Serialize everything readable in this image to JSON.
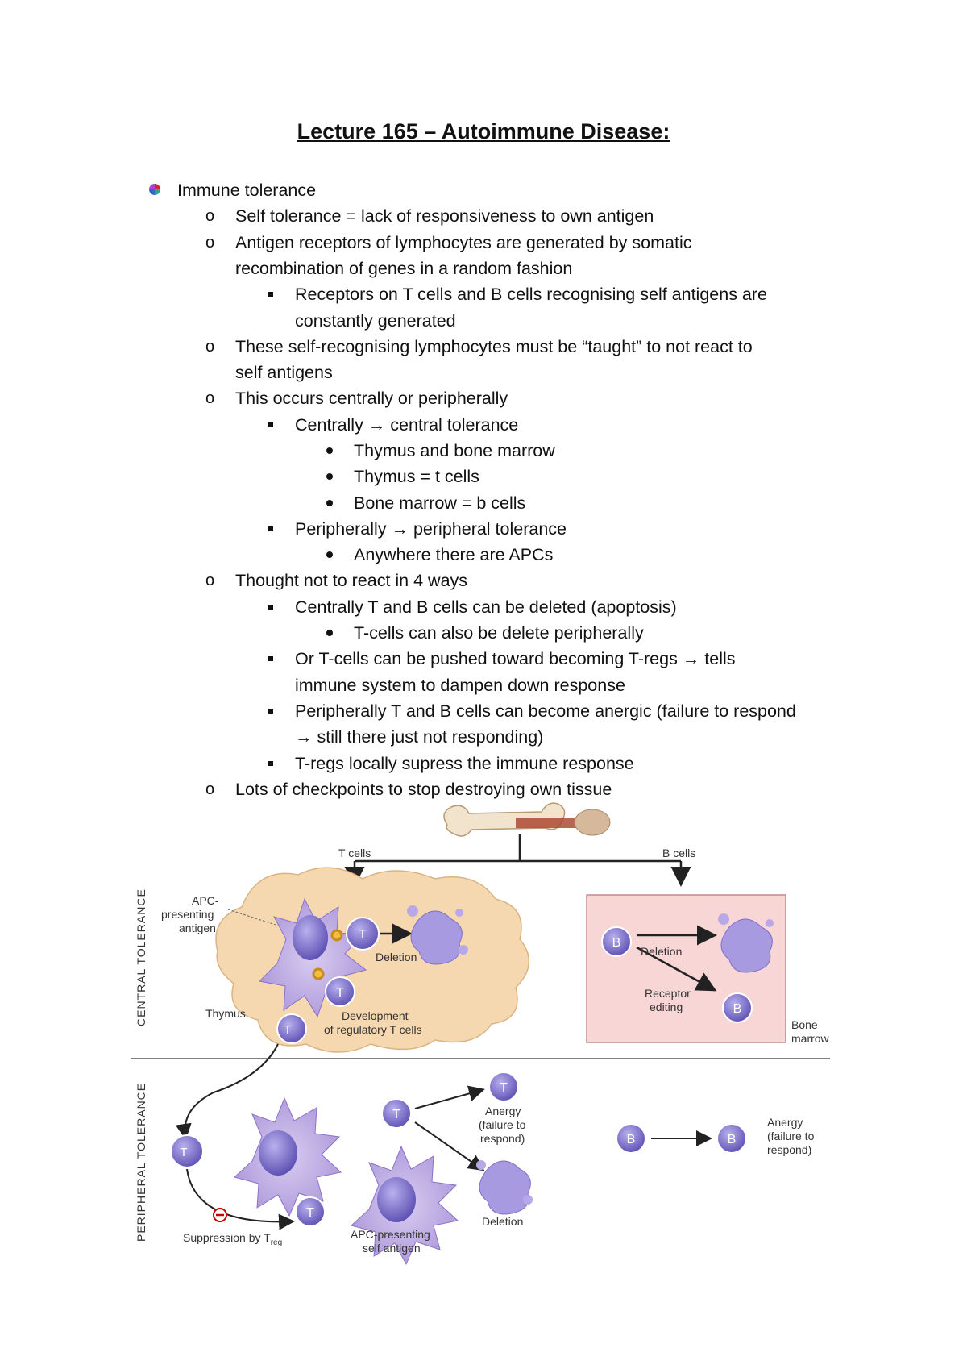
{
  "title": "Lecture 165 – Autoimmune Disease:",
  "notes": [
    {
      "level": 1,
      "text": "Immune tolerance"
    },
    {
      "level": 2,
      "text": "Self tolerance = lack of responsiveness to own antigen"
    },
    {
      "level": 2,
      "text": "Antigen receptors of lymphocytes are generated by somatic"
    },
    {
      "level": 2,
      "cont": true,
      "text": "recombination of genes in a random fashion"
    },
    {
      "level": 3,
      "text": "Receptors on T cells and B cells recognising self antigens are"
    },
    {
      "level": 3,
      "cont": true,
      "text": "constantly generated"
    },
    {
      "level": 2,
      "text": "These self-recognising lymphocytes must be “taught” to not react to"
    },
    {
      "level": 2,
      "cont": true,
      "text": "self antigens"
    },
    {
      "level": 2,
      "text": "This occurs centrally or peripherally"
    },
    {
      "level": 3,
      "text": "Centrally → central tolerance"
    },
    {
      "level": 4,
      "text": "Thymus and bone marrow"
    },
    {
      "level": 4,
      "text": "Thymus = t cells"
    },
    {
      "level": 4,
      "text": "Bone marrow = b cells"
    },
    {
      "level": 3,
      "text": "Peripherally → peripheral tolerance"
    },
    {
      "level": 4,
      "text": "Anywhere there are APCs"
    },
    {
      "level": 2,
      "text": "Thought not to react in 4 ways"
    },
    {
      "level": 3,
      "text": "Centrally T and B cells can be deleted (apoptosis)"
    },
    {
      "level": 4,
      "text": "T-cells can also be delete peripherally"
    },
    {
      "level": 3,
      "text": "Or T-cells can be pushed toward becoming T-regs → tells"
    },
    {
      "level": 3,
      "cont": true,
      "text": "immune system to dampen down response"
    },
    {
      "level": 3,
      "text": "Peripherally T and B cells can become anergic (failure to respond"
    },
    {
      "level": 3,
      "cont": true,
      "text": "→ still there just not responding)"
    },
    {
      "level": 3,
      "text": "T-regs locally supress the immune response"
    },
    {
      "level": 2,
      "text": "Lots of checkpoints to stop destroying own tissue"
    }
  ],
  "figure": {
    "t_cells": "T cells",
    "b_cells": "B cells",
    "central_tolerance": "CENTRAL TOLERANCE",
    "peripheral_tolerance": "PERIPHERAL TOLERANCE",
    "apc_line1": "APC-",
    "apc_line2": "presenting",
    "apc_line3": "antigen",
    "thymus": "Thymus",
    "deletion_t": "Deletion",
    "dev_line1": "Development",
    "dev_line2": "of regulatory T cells",
    "deletion_b": "Deletion",
    "receptor_line1": "Receptor",
    "receptor_line2": "editing",
    "bone_line1": "Bone",
    "bone_line2": "marrow",
    "suppression": "Suppression by T",
    "reg_sub": "reg",
    "anergy_t1": "Anergy",
    "anergy_t2": "(failure to",
    "anergy_t3": "respond)",
    "deletion_p": "Deletion",
    "apc_self1": "APC-presenting",
    "apc_self2": "self antigen",
    "anergy_b1": "Anergy",
    "anergy_b2": "(failure to",
    "anergy_b3": "respond)",
    "t_letter": "T",
    "b_letter": "B",
    "treg_letter": "T"
  },
  "colors": {
    "bullet_lvl1": "#7b3fa0",
    "thymus_fill": "#f6d8b0",
    "bone_marrow_fill": "#f8d6d6",
    "cell_purple": "#7e6fc6",
    "apc_purple": "#b7a5dc"
  }
}
